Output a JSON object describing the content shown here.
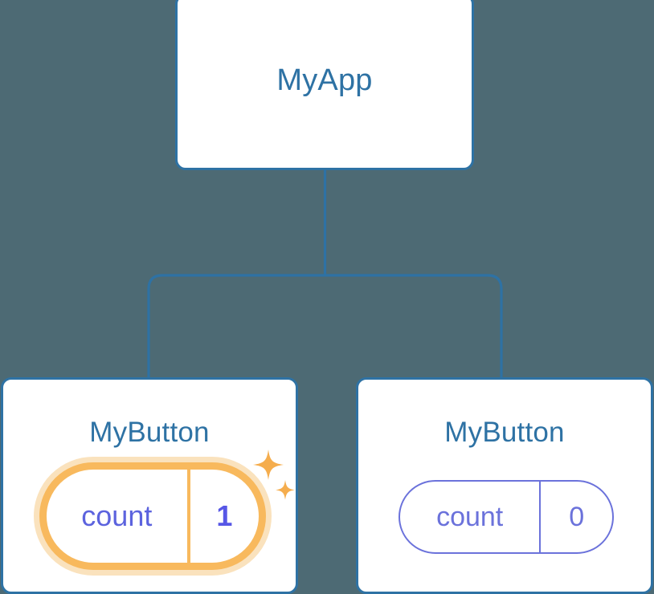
{
  "diagram": {
    "type": "component-tree",
    "background_color": "#4d6a74",
    "node_border_color": "#2e72a4",
    "node_fill_color": "#ffffff",
    "connector_color": "#2e72a4",
    "highlight_color": "#f8b95d",
    "highlight_glow_color": "#fae2bd",
    "state_color": "#6b72db",
    "state_highlight_color": "#5757e6"
  },
  "root": {
    "title": "MyApp"
  },
  "children": [
    {
      "title": "MyButton",
      "state": {
        "key": "count",
        "value": "1"
      },
      "highlighted": true,
      "sparkle_icons": [
        "sparkle-large-icon",
        "sparkle-small-icon"
      ]
    },
    {
      "title": "MyButton",
      "state": {
        "key": "count",
        "value": "0"
      },
      "highlighted": false
    }
  ]
}
